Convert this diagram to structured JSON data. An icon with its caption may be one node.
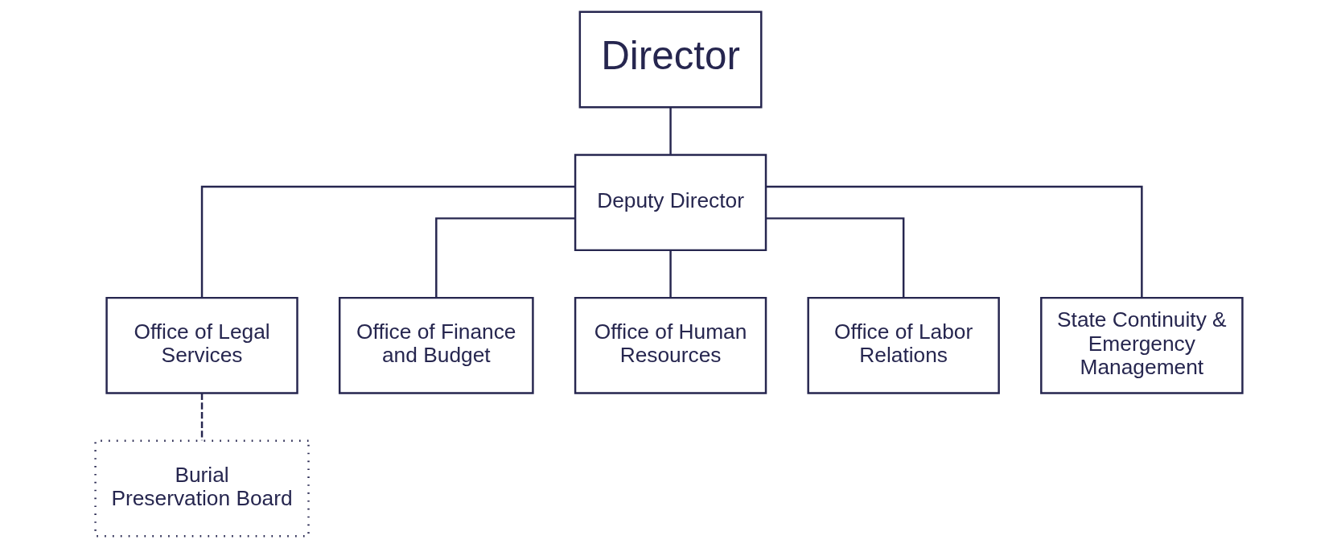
{
  "diagram": {
    "nodes": [
      {
        "text": [
          "Director"
        ]
      },
      {
        "text": [
          "Deputy Director"
        ]
      },
      {
        "text": [
          "Office of Legal Services"
        ]
      },
      {
        "text": [
          "Office of Finance and Budget"
        ]
      },
      {
        "text": [
          "Office of Human Resources"
        ]
      },
      {
        "text": [
          "Office of Labor Relations"
        ]
      },
      {
        "text": [
          "State Continuity & Emergency Management"
        ]
      },
      {
        "text": [
          "Burial Preservation Board"
        ]
      }
    ],
    "edges": [
      {
        "from": 0,
        "to": 1,
        "arrow": "none"
      },
      {
        "from": 1,
        "to": 2,
        "arrow": "none"
      },
      {
        "from": 1,
        "to": 3,
        "arrow": "none"
      },
      {
        "from": 1,
        "to": 4,
        "arrow": "none"
      },
      {
        "from": 1,
        "to": 5,
        "arrow": "none"
      },
      {
        "from": 1,
        "to": 6,
        "arrow": "none"
      },
      {
        "from": 2,
        "to": 7,
        "arrow": "none",
        "style": "dashed"
      }
    ]
  }
}
